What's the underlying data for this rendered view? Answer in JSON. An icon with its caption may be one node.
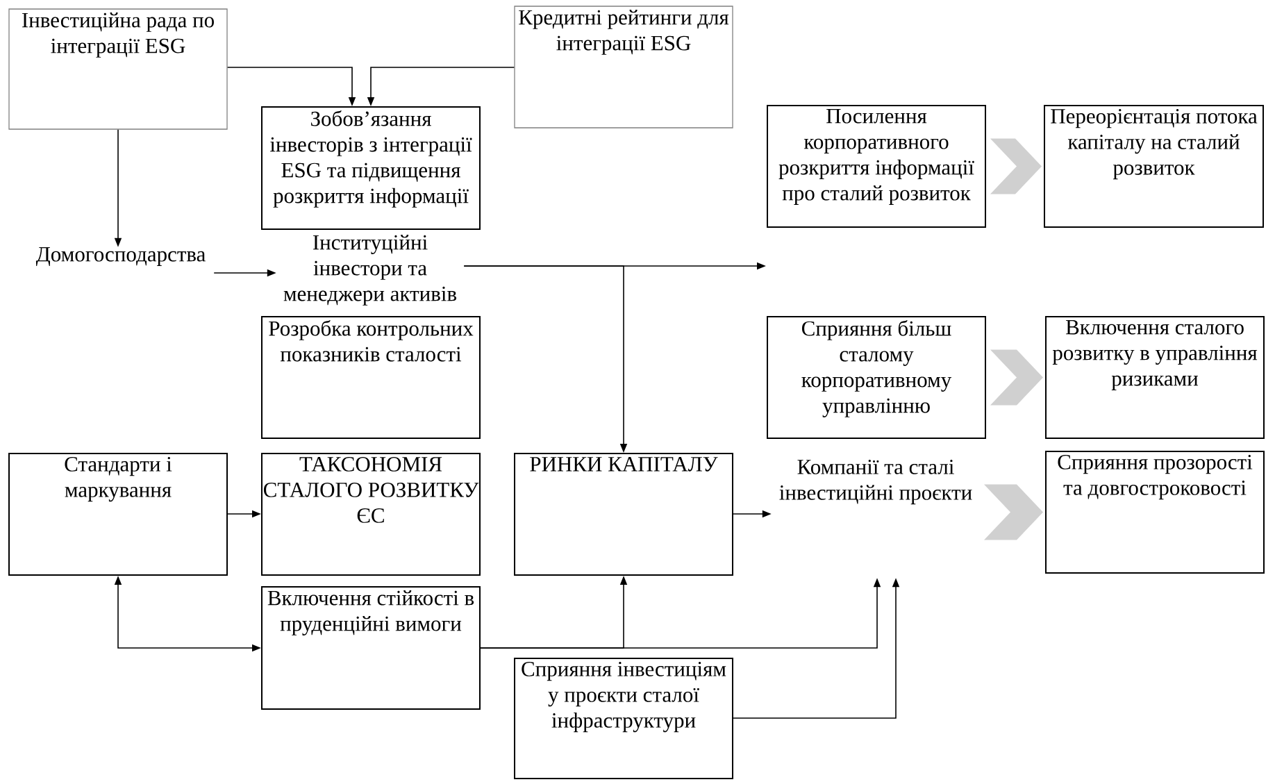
{
  "diagram": {
    "nodes": [
      {
        "text": [
          "Інвестиційна рада по інтеграції ESG"
        ]
      },
      {
        "text": [
          "Кредитні рейтинги для інтеграції ESG"
        ]
      },
      {
        "text": [
          "Зобов’язання інвесторів з інтеграції ESG та підвищення розкриття інформації"
        ]
      },
      {
        "text": [
          "Домогосподарства"
        ]
      },
      {
        "text": [
          "Інституційні інвестори та менеджери активів"
        ]
      },
      {
        "text": [
          "Розробка контрольних показників сталості"
        ]
      },
      {
        "text": [
          "Посилення корпоративного розкриття інформації про сталий розвиток"
        ]
      },
      {
        "text": [
          "Переорієнтація потока капіталу на сталий розвиток"
        ]
      },
      {
        "text": [
          "Сприяння більш сталому корпоративному управлінню"
        ]
      },
      {
        "text": [
          "Включення сталого розвитку в управління ризиками"
        ]
      },
      {
        "text": [
          "Стандарти і маркування"
        ]
      },
      {
        "text": [
          "ТАКСОНОМІЯ СТАЛОГО РОЗВИТКУ ЄС"
        ]
      },
      {
        "text": [
          "РИНКИ КАПІТАЛУ"
        ]
      },
      {
        "text": [
          "Компанії та сталі інвестиційні проєкти"
        ]
      },
      {
        "text": [
          "Сприяння прозорості та довгостроковості"
        ]
      },
      {
        "text": [
          "Включення стійкості в пруденційні вимоги"
        ]
      },
      {
        "text": [
          "Сприяння інвестиціям у проєкти сталої інфраструктури"
        ]
      }
    ],
    "edges": [
      {
        "from": 0,
        "to": 2,
        "arrow": "to"
      },
      {
        "from": 1,
        "to": 2,
        "arrow": "to"
      },
      {
        "from": 0,
        "to": 3,
        "arrow": "to"
      },
      {
        "from": 3,
        "to": 4,
        "arrow": "to"
      },
      {
        "from": 4,
        "to": null,
        "arrow": "to"
      },
      {
        "from": 4,
        "to": 12,
        "arrow": "to"
      },
      {
        "from": 10,
        "to": 11,
        "arrow": "to"
      },
      {
        "from": 15,
        "to": 10,
        "arrow": "both"
      },
      {
        "from": 12,
        "to": 13,
        "arrow": "to"
      },
      {
        "from": 15,
        "to": 13,
        "arrow": "to"
      },
      {
        "from": 15,
        "to": 12,
        "arrow": "to"
      },
      {
        "from": 16,
        "to": 13,
        "arrow": "to"
      },
      {
        "from": 6,
        "to": 7,
        "arrow": "to",
        "color": "#d0d0d0"
      },
      {
        "from": 8,
        "to": 9,
        "arrow": "to",
        "color": "#d0d0d0"
      },
      {
        "from": 13,
        "to": 14,
        "arrow": "to",
        "color": "#d0d0d0"
      }
    ]
  }
}
